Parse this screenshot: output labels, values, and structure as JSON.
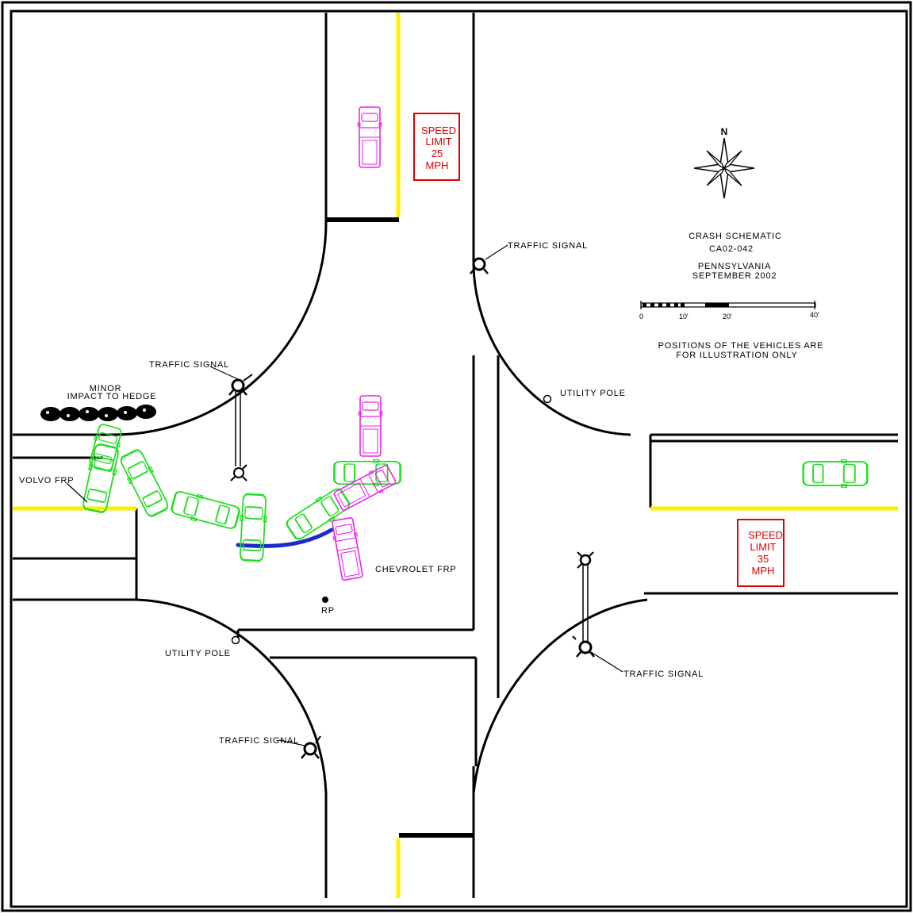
{
  "title_block": {
    "title": "CRASH SCHEMATIC",
    "case_id": "CA02-042",
    "state": "PENNSYLVANIA",
    "date": "SEPTEMBER 2002",
    "disclaimer_line1": "POSITIONS OF THE VEHICLES ARE",
    "disclaimer_line2": "FOR ILLUSTRATION ONLY"
  },
  "north_label": "N",
  "scale_bar": {
    "label_0": "0",
    "label_10": "10'",
    "label_20": "20'",
    "label_40": "40'"
  },
  "speed_sign_north": {
    "line1": "SPEED",
    "line2": "LIMIT",
    "line3": "25",
    "line4": "MPH"
  },
  "speed_sign_east": {
    "line1": "SPEED",
    "line2": "LIMIT",
    "line3": "35",
    "line4": "MPH"
  },
  "labels": {
    "traffic_signal_ne": "TRAFFIC SIGNAL",
    "traffic_signal_nw": "TRAFFIC SIGNAL",
    "traffic_signal_se": "TRAFFIC SIGNAL",
    "traffic_signal_sw": "TRAFFIC SIGNAL",
    "utility_pole_ne": "UTILITY POLE",
    "utility_pole_sw": "UTILITY POLE",
    "hedge_line1": "MINOR",
    "hedge_line2": "IMPACT TO HEDGE",
    "volvo_frp": "VOLVO FRP",
    "chevrolet_frp": "CHEVROLET FRP",
    "rp": "RP"
  },
  "colors": {
    "volvo": "#22dd22",
    "chevrolet": "#ee22ee",
    "tire_mark": "#1a2acc",
    "lane_line": "#ffee00",
    "sign": "#e00000"
  }
}
